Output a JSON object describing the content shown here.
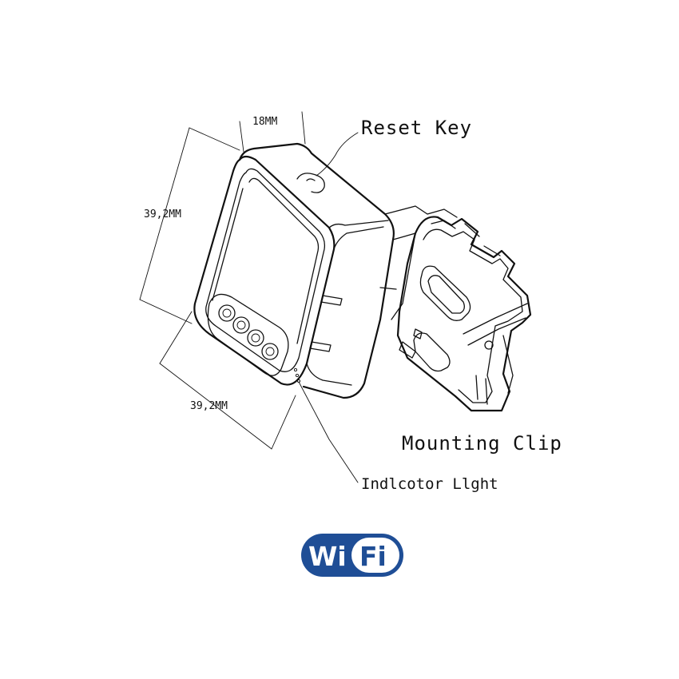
{
  "dimensions": {
    "depth": "18MM",
    "height": "39,2MM",
    "width": "39,2MM"
  },
  "callouts": {
    "reset_key": "Reset Key",
    "mounting_clip": "Mounting Clip",
    "indicator_light": "Indlcotor Llght"
  },
  "logo": {
    "text_left": "Wi",
    "text_right": "Fi",
    "color_primary": "#1f4e96",
    "color_background": "#ffffff"
  }
}
